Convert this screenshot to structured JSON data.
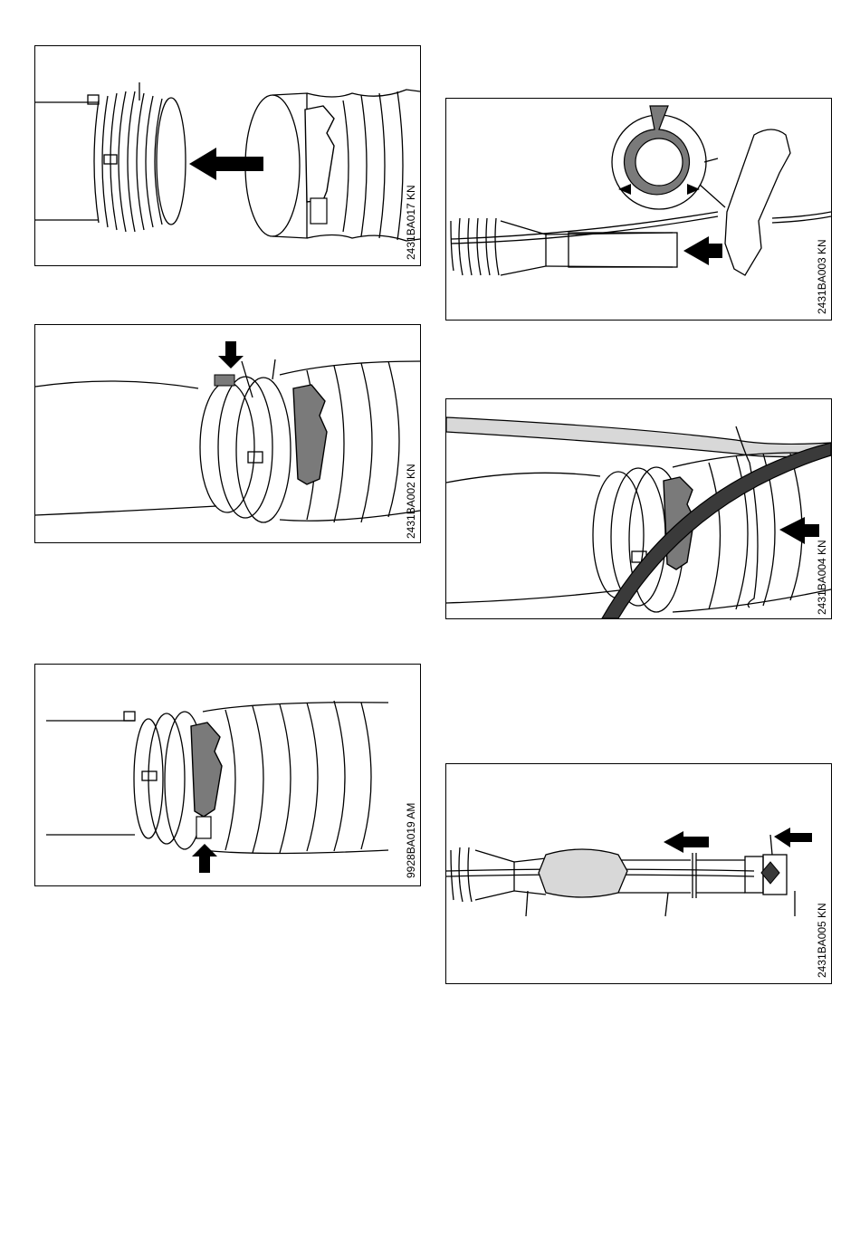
{
  "figures": [
    {
      "id": "fig1",
      "code": "2431BA017 KN"
    },
    {
      "id": "fig2",
      "code": "2431BA002 KN"
    },
    {
      "id": "fig3",
      "code": "9928BA019 AM"
    },
    {
      "id": "fig4",
      "code": "2431BA003 KN"
    },
    {
      "id": "fig5",
      "code": "2431BA004 KN"
    },
    {
      "id": "fig6",
      "code": "2431BA005 KN"
    }
  ],
  "colors": {
    "line": "#000000",
    "clamp": "#7a7a7a",
    "hose_dark": "#3a3a3a",
    "hose_light": "#d8d8d8"
  }
}
